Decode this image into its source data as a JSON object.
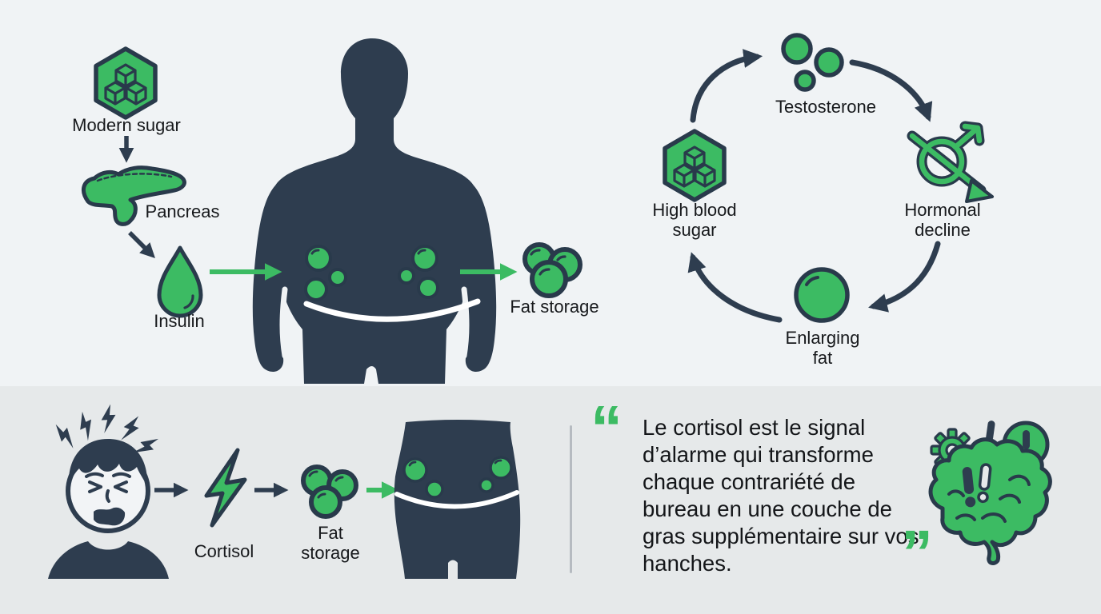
{
  "colors": {
    "green": "#3cbb63",
    "navy_silhouette": "#2e3d4f",
    "dark_outline": "#293a4b",
    "bg_top": "#f0f3f5",
    "bg_bottom": "#e6e9ea",
    "text": "#17191c",
    "divider": "#b6bbc1",
    "waist_line": "#ffffff"
  },
  "insulin_flow": {
    "modern_sugar_label": "Modern sugar",
    "pancreas_label": "Pancreas",
    "insulin_label": "Insulin",
    "fat_storage_label": "Fat storage",
    "icons": [
      "sugar-cubes-hexagon-icon",
      "pancreas-icon",
      "insulin-droplet-icon",
      "overweight-body-silhouette",
      "fat-cells-icon"
    ]
  },
  "hormone_cycle": {
    "testosterone_label": "Testosterone",
    "hormonal_decline_label": "Hormonal\ndecline",
    "enlarging_fat_label": "Enlarging\nfat",
    "high_blood_sugar_label": "High blood\nsugar",
    "icons": [
      "testosterone-cells-icon",
      "hormonal-decline-mars-arrow-icon",
      "enlarging-fat-cell-icon",
      "sugar-cubes-hexagon-icon"
    ]
  },
  "stress_flow": {
    "cortisol_label": "Cortisol",
    "fat_storage_label": "Fat\nstorage",
    "icons": [
      "stressed-man-icon",
      "cortisol-lightning-icon",
      "fat-cells-icon",
      "belly-silhouette"
    ]
  },
  "quote": {
    "open_mark": "“",
    "close_mark": "”",
    "text": "Le cortisol est le signal d’alarme qui transforme chaque contrariété de bureau en une couche de gras supplémentaire sur vos hanches.",
    "icon": "stressed-brain-icon"
  }
}
